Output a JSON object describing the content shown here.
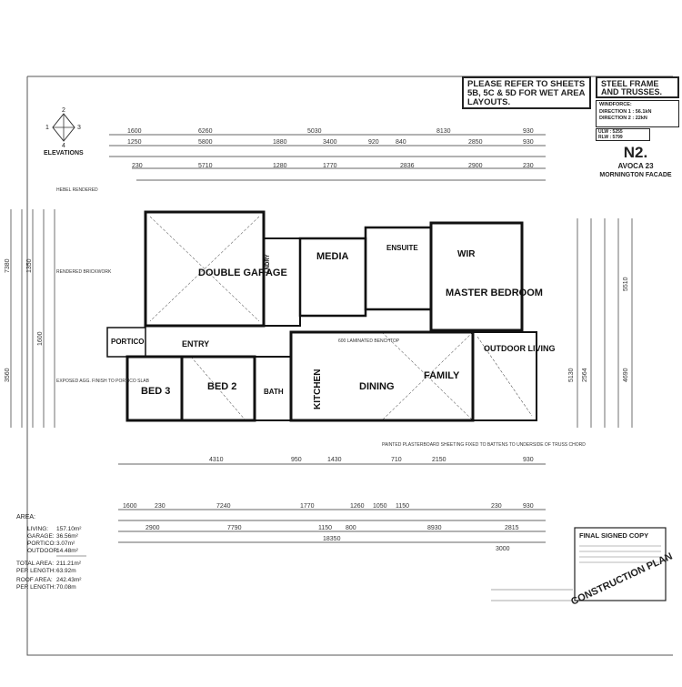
{
  "header": {
    "wet_area_note": "PLEASE REFER TO SHEETS 5B, 5C & 5D FOR WET AREA LAYOUTS.",
    "frame_note": "STEEL FRAME AND TRUSSES.",
    "windforce": "WINDFORCE:",
    "direction1": "DIRECTION 1 : 56.1kN",
    "direction2": "DIRECTION 2 : 22kN",
    "ulw": "ULW : 5255",
    "rlw": "RLW : 5799"
  },
  "title_block": {
    "code": "N2.",
    "design": "AVOCA 23",
    "facade": "MORNINGTON FACADE"
  },
  "elevations_label": "ELEVATIONS",
  "elevation_numbers": [
    "1",
    "2",
    "3",
    "4"
  ],
  "rooms": {
    "double_garage": "DOUBLE GARAGE",
    "media": "MEDIA",
    "ensuite": "ENSUITE",
    "wir": "WIR",
    "master_bedroom": "MASTER BEDROOM",
    "portico": "PORTICO",
    "entry": "ENTRY",
    "bed3": "BED 3",
    "bed2": "BED 2",
    "bath": "BATH",
    "kitchen": "KITCHEN",
    "dining": "DINING",
    "family": "FAMILY",
    "outdoor_living": "OUTDOOR LIVING",
    "lndry": "LNDRY"
  },
  "dimensions": {
    "top_row1": [
      "1600",
      "6260",
      "5030",
      "8130",
      "930"
    ],
    "top_row2": [
      "1250",
      "5800",
      "1880",
      "3400",
      "920",
      "840",
      "2850",
      "930"
    ],
    "top_row3": [
      "230",
      "5710",
      "1280",
      "1770",
      "2836",
      "2900",
      "230"
    ],
    "bottom_row1": [
      "4310",
      "950",
      "1430",
      "710",
      "2150",
      "930"
    ],
    "bottom_row2": [
      "1600",
      "230",
      "7240",
      "1770",
      "1260",
      "1050",
      "1150",
      "230",
      "930"
    ],
    "bottom_row3": [
      "2900",
      "7790",
      "1150",
      "800",
      "8930",
      "2815"
    ],
    "bottom_total": "18350",
    "bottom_last": "3000",
    "left_dims": [
      "7380",
      "3560",
      "1350",
      "1600"
    ],
    "right_dims": [
      "5510",
      "4690",
      "2564",
      "5130"
    ]
  },
  "area": {
    "label": "AREA:",
    "rows": [
      {
        "name": "LIVING:",
        "value": "157.10m²"
      },
      {
        "name": "GARAGE:",
        "value": "36.56m²"
      },
      {
        "name": "PORTICO:",
        "value": "3.07m²"
      },
      {
        "name": "OUTDOOR:",
        "value": "14.48m²"
      },
      {
        "name": "TOTAL AREA:",
        "value": "211.21m²"
      },
      {
        "name": "PER LENGTH:",
        "value": "63.92m"
      },
      {
        "name": "ROOF AREA:",
        "value": "242.43m²"
      },
      {
        "name": "PER LENGTH:",
        "value": "70.08m"
      }
    ]
  },
  "final_signed": "FINAL SIGNED COPY",
  "stamp": "CONSTRUCTION PLAN",
  "notes": {
    "hebel": "HEBEL RENDERED",
    "rendered": "RENDERED BRICKWORK",
    "plaster": "PAINTED PLASTERBOARD SHEETING FIXED TO BATTENS TO UNDERSIDE OF TRUSS CHORD",
    "pier": "EXPOSED AGG. FINISH TO PORTICO SLAB",
    "laminate": "600 LAMINATED BENCHTOP"
  }
}
